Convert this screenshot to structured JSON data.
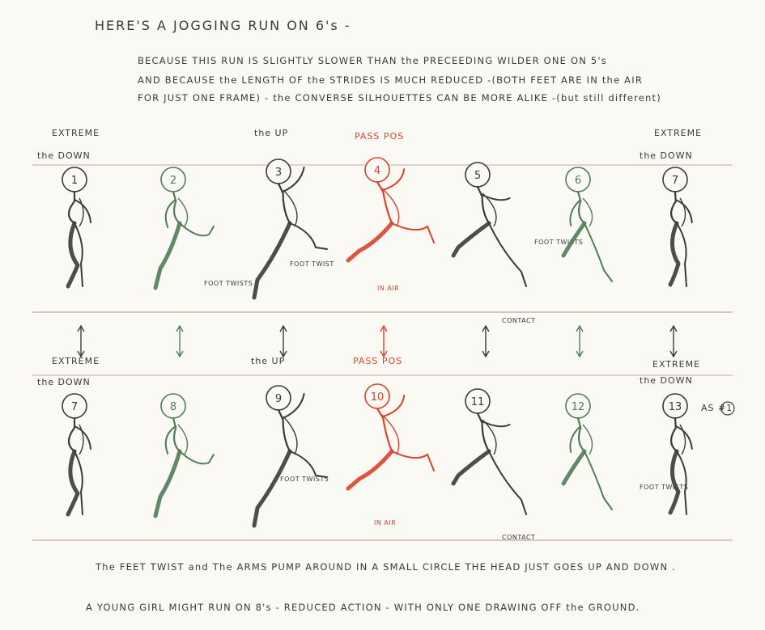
{
  "title": "HERE'S A JOGGING RUN ON 6's -",
  "intro": [
    "BECAUSE THIS RUN IS SLIGHTLY SLOWER THAN the PRECEEDING WILDER ONE ON 5's",
    "AND BECAUSE the LENGTH OF the STRIDES IS MUCH REDUCED -(BOTH FEET ARE IN the AIR",
    "FOR JUST ONE FRAME) - the CONVERSE SILHOUETTES CAN BE MORE ALIKE -(but still different)"
  ],
  "labels": {
    "extreme": "EXTREME",
    "the_down": "the DOWN",
    "the_up": "the UP",
    "pass_pos": "PASS POS",
    "foot_twists": "FOOT TWISTS",
    "foot_twist": "FOOT TWIST",
    "in_air": "IN AIR",
    "contact": "CONTACT",
    "as_1": "AS #1"
  },
  "top_row": [
    {
      "num": "1",
      "color": "#3a3a3a"
    },
    {
      "num": "2",
      "color": "#4f7d55"
    },
    {
      "num": "3",
      "color": "#3a3a3a"
    },
    {
      "num": "4",
      "color": "#d9422b"
    },
    {
      "num": "5",
      "color": "#3a3a3a"
    },
    {
      "num": "6",
      "color": "#4f7d55"
    },
    {
      "num": "7",
      "color": "#3a3a3a"
    }
  ],
  "bottom_row": [
    {
      "num": "7",
      "color": "#3a3a3a"
    },
    {
      "num": "8",
      "color": "#4f7d55"
    },
    {
      "num": "9",
      "color": "#3a3a3a"
    },
    {
      "num": "10",
      "color": "#d9422b"
    },
    {
      "num": "11",
      "color": "#3a3a3a"
    },
    {
      "num": "12",
      "color": "#4f7d55"
    },
    {
      "num": "13",
      "color": "#3a3a3a"
    }
  ],
  "captions": {
    "line1": "The FEET TWIST and The ARMS PUMP AROUND IN A SMALL CIRCLE  THE HEAD JUST GOES UP AND DOWN .",
    "line2": "A YOUNG GIRL MIGHT RUN ON 8's - REDUCED ACTION - WITH ONLY ONE DRAWING OFF the GROUND."
  },
  "colors": {
    "ink": "#3a3a3a",
    "green": "#4f7d55",
    "red": "#d9422b",
    "guide": "#c9a9a4",
    "paper": "#fbf9f4"
  }
}
